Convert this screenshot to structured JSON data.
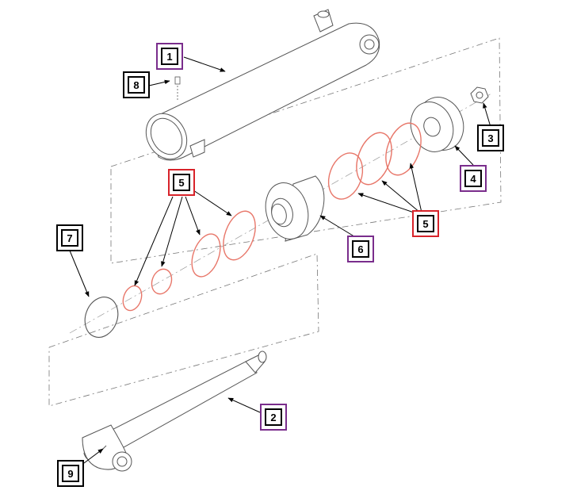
{
  "colors": {
    "part_outline": "#555555",
    "seal": "#e8776a",
    "box_purple": "#7a2d8c",
    "box_red": "#d8232a",
    "box_black": "#000000"
  },
  "callouts": {
    "c1": "1",
    "c2": "2",
    "c3": "3",
    "c4": "4",
    "c5a": "5",
    "c5b": "5",
    "c6": "6",
    "c7": "7",
    "c8": "8",
    "c9": "9"
  }
}
